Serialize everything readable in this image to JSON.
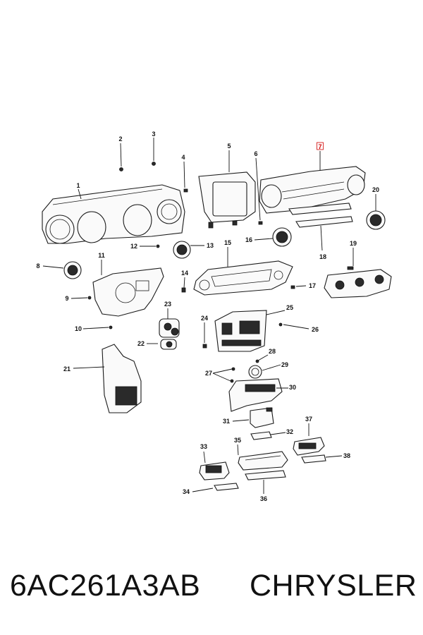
{
  "diagram": {
    "callouts": [
      "1",
      "2",
      "3",
      "4",
      "5",
      "6",
      "7",
      "8",
      "9",
      "10",
      "11",
      "12",
      "13",
      "14",
      "15",
      "16",
      "17",
      "18",
      "19",
      "20",
      "21",
      "22",
      "23",
      "24",
      "25",
      "26",
      "27",
      "28",
      "29",
      "30",
      "31",
      "32",
      "33",
      "34",
      "35",
      "36",
      "37",
      "38"
    ],
    "highlighted": "7",
    "highlight_color": "#d00000"
  },
  "footer": {
    "part_number": "6AC261A3AB",
    "manufacturer": "CHRYSLER"
  }
}
